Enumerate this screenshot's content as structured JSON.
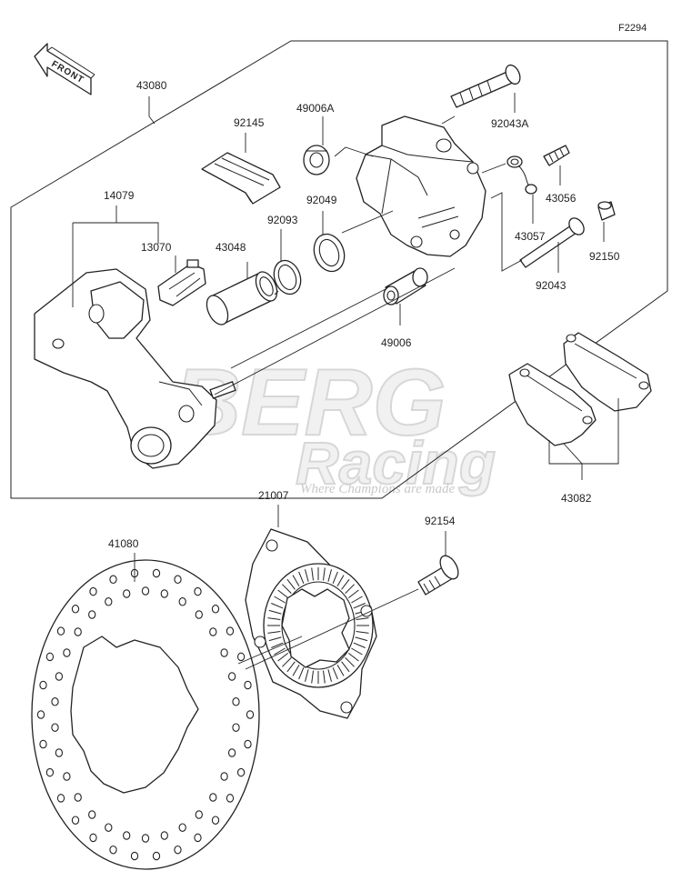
{
  "figure_code": "F2294",
  "front_label": "FRONT",
  "watermark": {
    "line1": "BERG",
    "line2": "Racing",
    "tagline": "Where Champions are made"
  },
  "parts": {
    "p43080": "43080",
    "p14079": "14079",
    "p13070": "13070",
    "p43048": "43048",
    "p92093": "92093",
    "p92145": "92145",
    "p49006A": "49006A",
    "p92049": "92049",
    "p49006": "49006",
    "p92043A": "92043A",
    "p43056": "43056",
    "p43057": "43057",
    "p92043": "92043",
    "p92150": "92150",
    "p43082": "43082",
    "p21007": "21007",
    "p92154": "92154",
    "p41080": "41080"
  }
}
